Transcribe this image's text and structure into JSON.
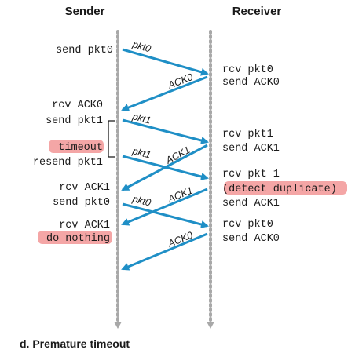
{
  "headers": {
    "sender": "Sender",
    "receiver": "Receiver"
  },
  "sender_events": [
    "send pkt0",
    "rcv ACK0",
    "send pkt1",
    "timeout",
    "resend pkt1",
    "rcv ACK1",
    "send pkt0",
    "rcv ACK1",
    "do nothing"
  ],
  "receiver_events": [
    "rcv pkt0",
    "send ACK0",
    "rcv pkt1",
    "send ACK1",
    "rcv pkt 1",
    "(detect duplicate)",
    "send ACK1",
    "rcv pkt0",
    "send ACK0"
  ],
  "arrow_labels": [
    "pkt0",
    "ACK0",
    "pkt1",
    "pkt1",
    "ACK1",
    "pkt0",
    "ACK1",
    "ACK0"
  ],
  "caption": "d. Premature timeout",
  "colors": {
    "arrow": "#1f8fc6",
    "highlight": "#f4a6a6",
    "timeline": "#a8a8a8"
  }
}
